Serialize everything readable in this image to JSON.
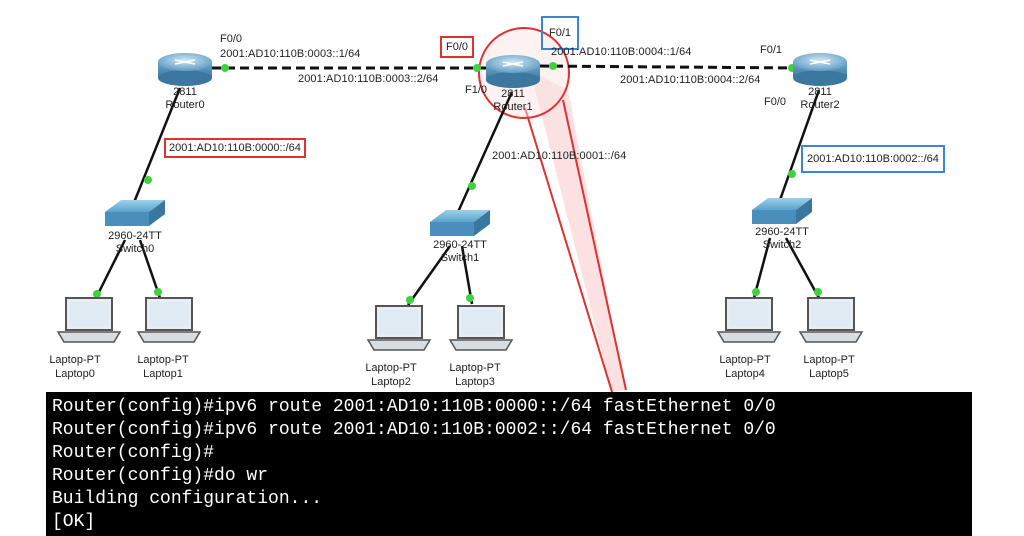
{
  "routers": [
    {
      "model": "2811",
      "name": "Router0"
    },
    {
      "model": "2811",
      "name": "Router1"
    },
    {
      "model": "2811",
      "name": "Router2"
    }
  ],
  "switches": [
    {
      "model": "2960-24TT",
      "name": "Switch0"
    },
    {
      "model": "2960-24TT",
      "name": "Switch1"
    },
    {
      "model": "2960-24TT",
      "name": "Switch2"
    }
  ],
  "laptops": [
    {
      "model": "Laptop-PT",
      "name": "Laptop0"
    },
    {
      "model": "Laptop-PT",
      "name": "Laptop1"
    },
    {
      "model": "Laptop-PT",
      "name": "Laptop2"
    },
    {
      "model": "Laptop-PT",
      "name": "Laptop3"
    },
    {
      "model": "Laptop-PT",
      "name": "Laptop4"
    },
    {
      "model": "Laptop-PT",
      "name": "Laptop5"
    }
  ],
  "ports": {
    "r0_f00": "F0/0",
    "r1_f00": "F0/0",
    "r1_f01": "F0/1",
    "r1_f10": "F1/0",
    "r2_f01": "F0/1",
    "r2_f00": "F0/0"
  },
  "addresses": {
    "r0_r1_a": "2001:AD10:110B:0003::1/64",
    "r0_r1_b": "2001:AD10:110B:0003::2/64",
    "r1_r2_a": "2001:AD10:110B:0004::1/64",
    "r1_r2_b": "2001:AD10:110B:0004::2/64",
    "lan0": "2001:AD10:110B:0000::/64",
    "lan1": "2001:AD10:110B:0001::/64",
    "lan2": "2001:AD10:110B:0002::/64"
  },
  "colors": {
    "highlight_red": "#e03030",
    "highlight_blue": "#3a86d6",
    "link_dot": "#3fd13f"
  },
  "terminal": {
    "lines": [
      "Router(config)#ipv6 route 2001:AD10:110B:0000::/64 fastEthernet 0/0",
      "Router(config)#ipv6 route 2001:AD10:110B:0002::/64 fastEthernet 0/0",
      "Router(config)#",
      "Router(config)#do wr",
      "Building configuration...",
      "[OK]"
    ]
  }
}
